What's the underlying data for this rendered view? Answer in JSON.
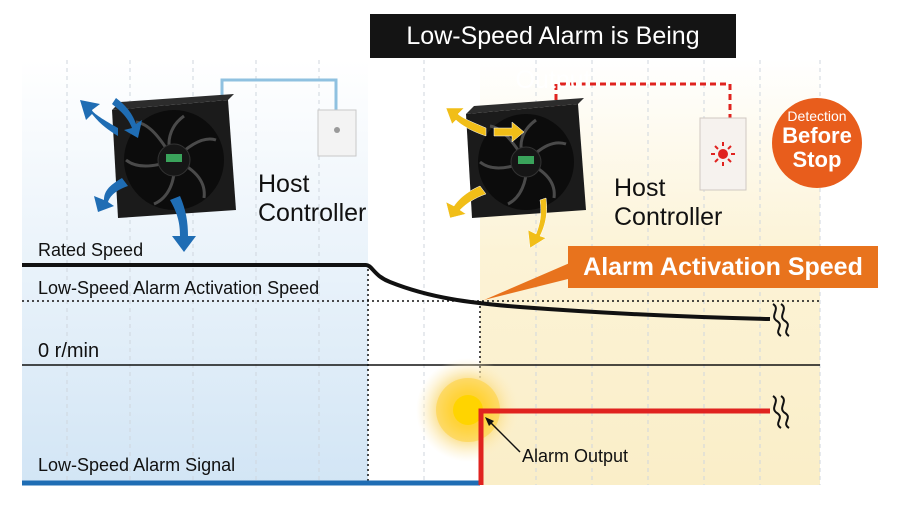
{
  "title": "Low-Speed Alarm is Being Output",
  "labels": {
    "rated_speed": "Rated Speed",
    "activation_speed": "Low-Speed Alarm Activation Speed",
    "zero_speed": "0 r/min",
    "alarm_signal": "Low-Speed Alarm Signal",
    "alarm_output": "Alarm Output",
    "alarm_activation_speed": "Alarm Activation Speed"
  },
  "left_panel": {
    "host_line1": "Host",
    "host_line2": "Controller"
  },
  "right_panel": {
    "host_line1": "Host",
    "host_line2": "Controller"
  },
  "detection_badge": {
    "line1": "Detection",
    "line2": "Before",
    "line3": "Stop"
  },
  "colors": {
    "left_bg": "#dbeaf6",
    "right_bg": "#fbf1d3",
    "airflow_blue": "#1f6db4",
    "airflow_yellow": "#f1be18",
    "alarm_red": "#e0231f",
    "signal_blue": "#1f6db4",
    "accent_orange": "#e8731d",
    "badge_orange": "#e85d1c",
    "title_bar": "#141414"
  },
  "icons": [
    "fan-icon",
    "host-controller-icon",
    "alarm-light-icon",
    "break-mark-icon",
    "airflow-arrow-icon"
  ]
}
